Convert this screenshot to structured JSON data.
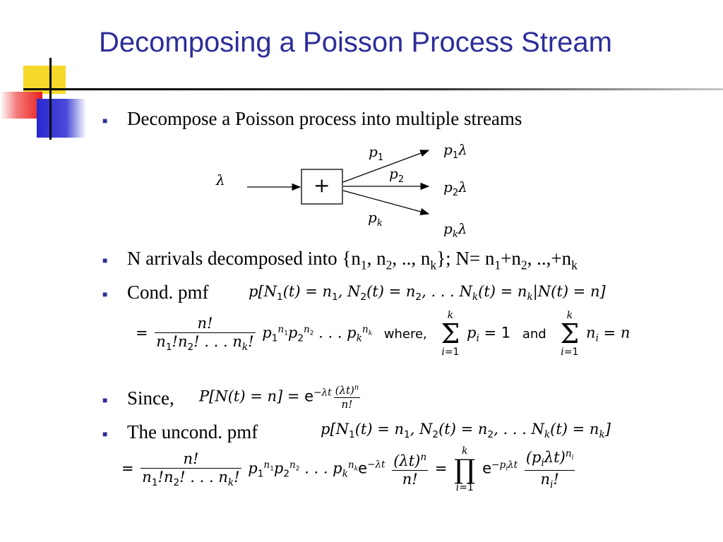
{
  "slide": {
    "title": "Decomposing a Poisson Process Stream",
    "bullets": [
      "Decompose a Poisson process into multiple streams",
      "N arrivals decomposed into {n",
      "Cond. pmf",
      "Since,",
      "The uncond. pmf"
    ]
  },
  "bullet2": {
    "part_a": "N arrivals decomposed into {n",
    "sub1": "1",
    "sep1": ", n",
    "sub2": "2",
    "sep2": ", .., n",
    "subk": "k",
    "part_b": "}; N= n",
    "sub3": "1",
    "plus1": "+n",
    "sub4": "2",
    "plus2": ", ..,+n",
    "sub5": "k"
  },
  "diagram": {
    "input_label": "λ",
    "box_symbol": "+",
    "branch_probs": [
      "p",
      "p",
      "p"
    ],
    "branch_subs": [
      "1",
      "2",
      "k"
    ],
    "output_rates": [
      "λ",
      "λ",
      "λ"
    ]
  },
  "formulas": {
    "cond_pmf_text": "p[N₁(t) = n₁, N₂(t) = n₂, . . . N_k(t) = n_k | N(t) = n]",
    "where_word": "where,",
    "and_word": "and",
    "since_text": "P[N(t) = n] = e",
    "uncond_pmf_text": "p[N₁(t) = n₁, N₂(t) = n₂, . . . N_k(t) = n_k]"
  }
}
